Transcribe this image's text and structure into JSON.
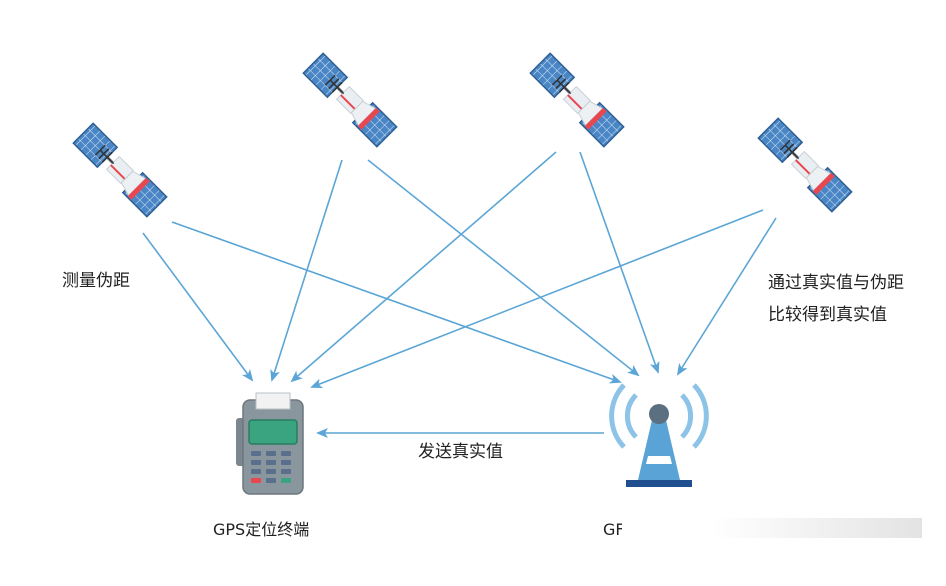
{
  "labels": {
    "measure_pseudorange": "测量伪距",
    "compare_line1": "通过真实值与伪距",
    "compare_line2": "比较得到真实值",
    "send_true_value": "发送真实值",
    "gps_terminal": "GPS定位终端",
    "base_station": "GF"
  },
  "colors": {
    "arrow": "#5ba6d6",
    "panel": "#4a86c5",
    "panel_grid": "#d7e8f5",
    "satellite_body": "#e9eef2",
    "satellite_red": "#e8474f",
    "tower_blue": "#5aa3d6",
    "tower_dark": "#1f4f8f",
    "terminal_body": "#8a969e",
    "terminal_screen": "#3aa37f"
  },
  "icons": {
    "satellite": "satellite-icon",
    "terminal": "pos-terminal-icon",
    "tower": "signal-tower-icon"
  }
}
